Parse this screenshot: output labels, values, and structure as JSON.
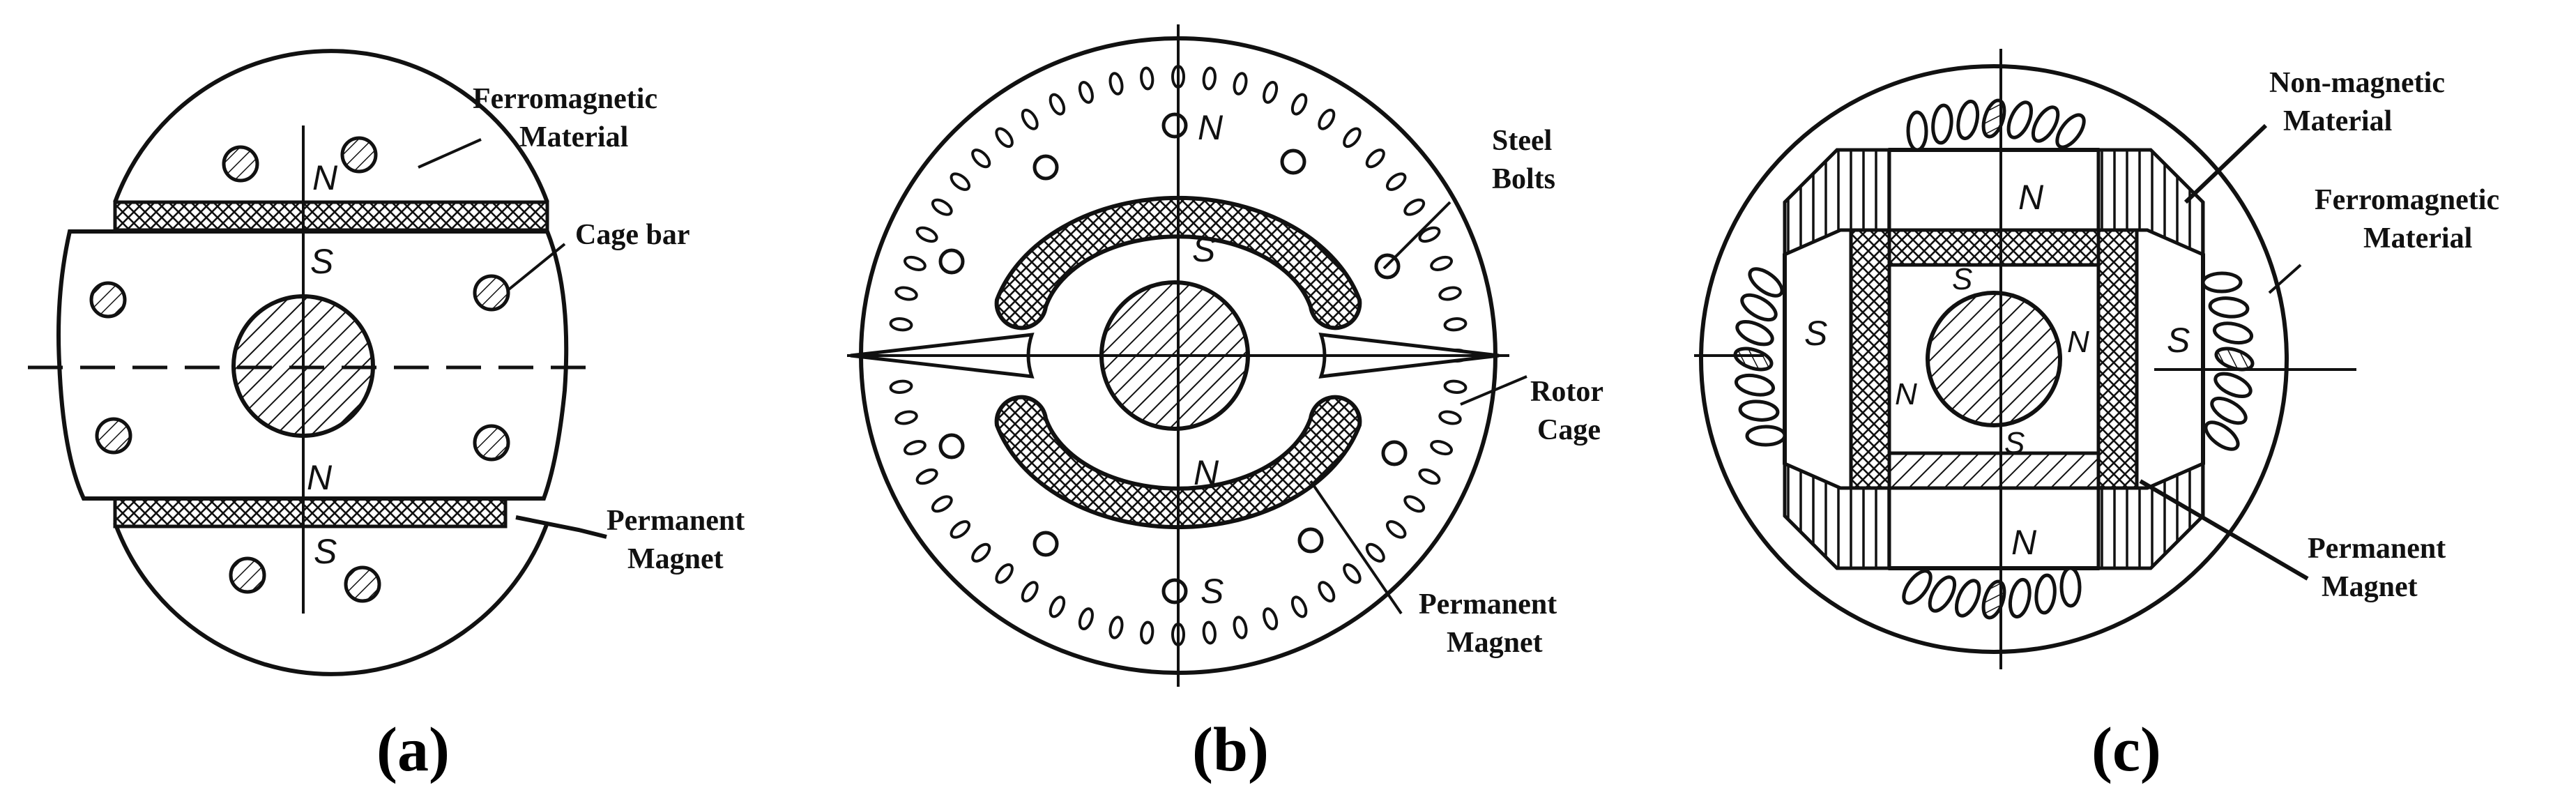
{
  "panel_a": {
    "caption": "(a)",
    "label_ferro_1": "Ferromagnetic",
    "label_ferro_2": "Material",
    "label_cage": "Cage bar",
    "label_pm_1": "Permanent",
    "label_pm_2": "Magnet",
    "poles": [
      "N",
      "S",
      "N",
      "S"
    ]
  },
  "panel_b": {
    "caption": "(b)",
    "label_bolts_1": "Steel",
    "label_bolts_2": "Bolts",
    "label_cage_1": "Rotor",
    "label_cage_2": "Cage",
    "label_pm_1": "Permanent",
    "label_pm_2": "Magnet",
    "poles": [
      "N",
      "S",
      "N",
      "S"
    ]
  },
  "panel_c": {
    "caption": "(c)",
    "label_nonmag_1": "Non-magnetic",
    "label_nonmag_2": "Material",
    "label_ferro_1": "Ferromagnetic",
    "label_ferro_2": "Material",
    "label_pm_1": "Permanent",
    "label_pm_2": "Magnet",
    "poles_outer": [
      "N",
      "S",
      "S",
      "N"
    ],
    "poles_inner": [
      "S",
      "N",
      "N",
      "S"
    ]
  }
}
